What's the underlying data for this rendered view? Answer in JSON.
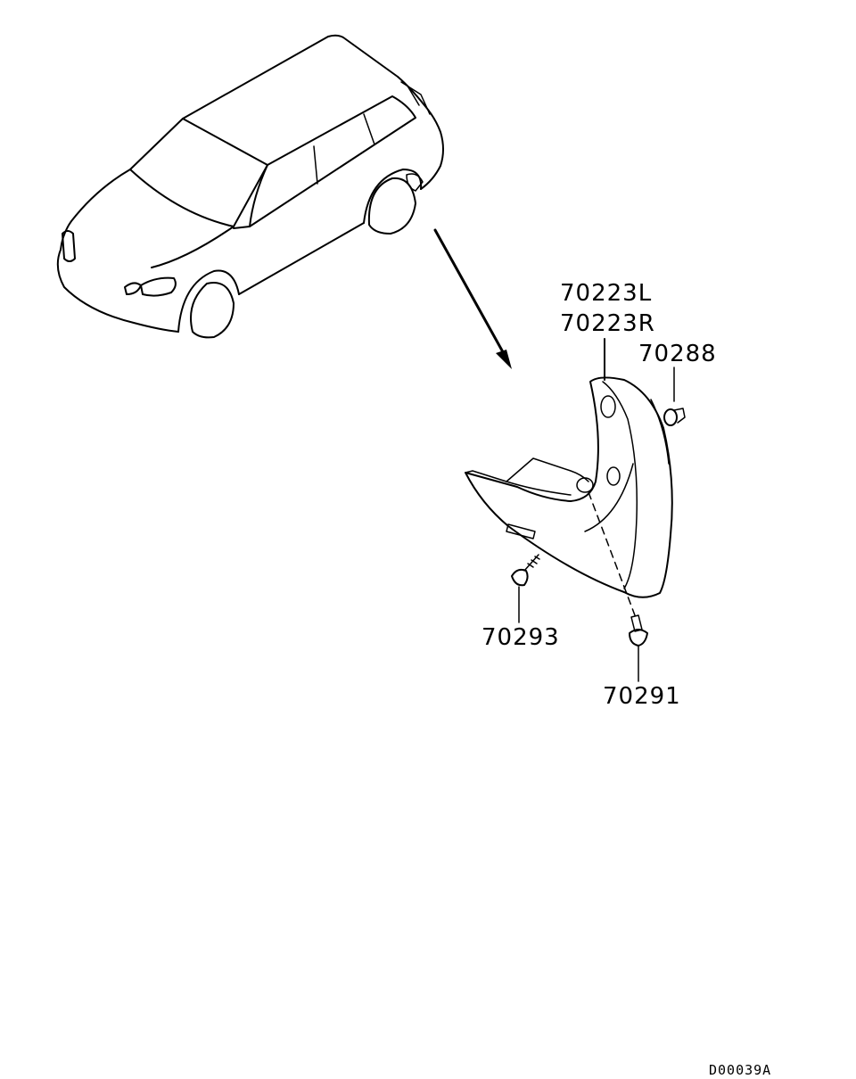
{
  "parts": {
    "mudguard_left": "70223L",
    "mudguard_right": "70223R",
    "clip": "70288",
    "screw": "70293",
    "rivet": "70291"
  },
  "reference_code": "D00039A"
}
